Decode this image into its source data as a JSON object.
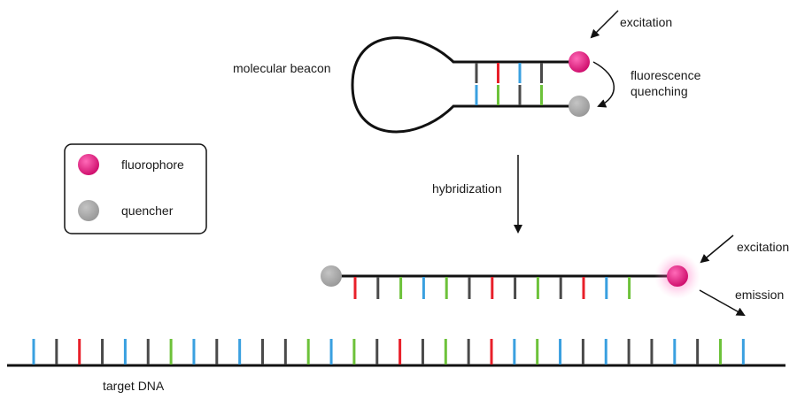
{
  "labels": {
    "molecular_beacon": "molecular beacon",
    "excitation_top": "excitation",
    "fluorescence": "fluorescence",
    "quenching": "quenching",
    "hybridization": "hybridization",
    "excitation_bottom": "excitation",
    "emission": "emission",
    "target_dna": "target DNA"
  },
  "legend": {
    "items": [
      {
        "label": "fluorophore",
        "color": "#e0187a"
      },
      {
        "label": "quencher",
        "color": "#a8a8a8"
      }
    ]
  },
  "colors": {
    "strand": "#111111",
    "fluorophore": "#e0187a",
    "quencher": "#a8a8a8",
    "base_blue": "#3aa0e0",
    "base_red": "#e8202a",
    "base_green": "#6dc23a",
    "base_dark": "#4a4a4a"
  },
  "stem_bases": {
    "top": [
      "dark",
      "red",
      "blue",
      "dark"
    ],
    "bottom": [
      "blue",
      "green",
      "dark",
      "green"
    ]
  },
  "probe_bases": [
    "red",
    "dark",
    "green",
    "blue",
    "green",
    "dark",
    "red",
    "dark",
    "green",
    "dark",
    "red",
    "blue",
    "green"
  ],
  "target_bases": [
    "blue",
    "dark",
    "red",
    "dark",
    "blue",
    "dark",
    "green",
    "blue",
    "dark",
    "blue",
    "dark",
    "dark",
    "green",
    "blue",
    "green",
    "dark",
    "red",
    "dark",
    "green",
    "dark",
    "red",
    "blue",
    "green",
    "blue",
    "dark",
    "blue",
    "dark",
    "dark",
    "blue",
    "dark",
    "green",
    "blue"
  ]
}
